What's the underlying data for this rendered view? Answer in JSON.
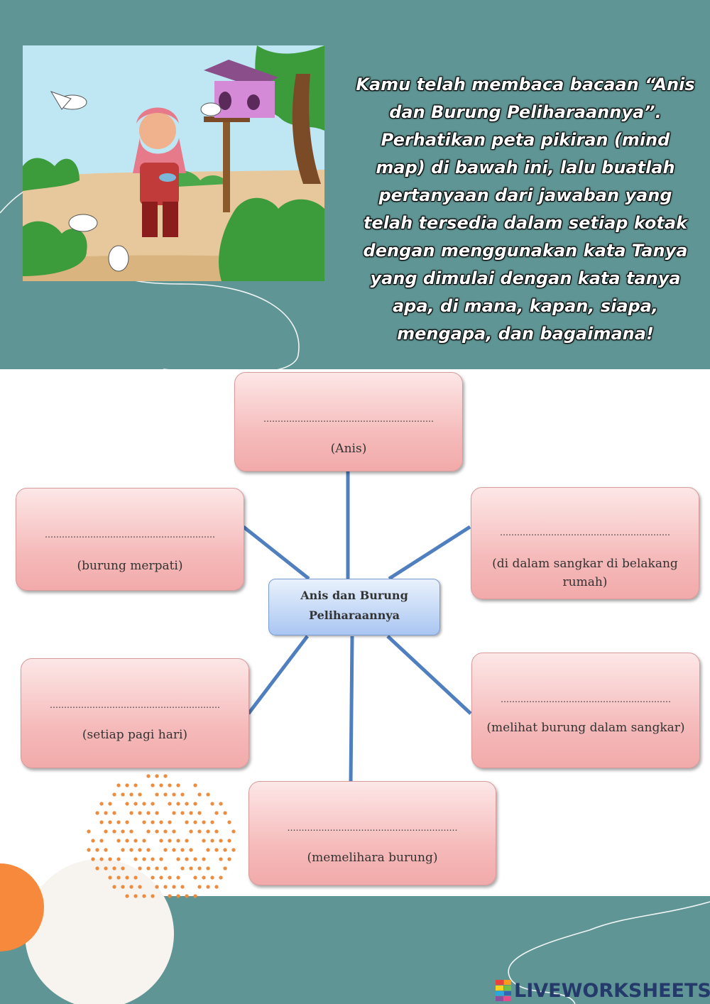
{
  "instructions": "Kamu telah membaca bacaan “Anis dan Burung Peliharaannya”. Perhatikan peta pikiran (mind map) di bawah ini, lalu buatlah pertanyaan dari jawaban yang telah tersedia dalam setiap kotak dengan menggunakan kata Tanya yang dimulai dengan kata tanya apa, di mana, kapan, siapa, mengapa, dan bagaimana!",
  "mind_map": {
    "center_line1": "Anis dan Burung",
    "center_line2": "Peliharaannya",
    "blank": "……………………………………………………",
    "boxes": [
      {
        "answer": "(Anis)"
      },
      {
        "answer": "(burung merpati)"
      },
      {
        "answer": "(di dalam sangkar di belakang rumah)"
      },
      {
        "answer": "(setiap pagi hari)"
      },
      {
        "answer": "(melihat burung dalam sangkar)"
      },
      {
        "answer": "(memelihara burung)"
      }
    ]
  },
  "logo": {
    "text": "LIVEWORKSHEETS",
    "colors": [
      "#e9423a",
      "#f39c1f",
      "#f7d21e",
      "#6cc04a",
      "#2aa7df",
      "#3465b0",
      "#8b4fa0",
      "#e84b8a"
    ]
  },
  "colors": {
    "band": "#5f9594",
    "box_fill": "#f5b9b9",
    "center_fill": "#c3d8f6",
    "connector": "#4f7fbf",
    "dots": "#f08a3c",
    "blob": "#f7893c"
  }
}
